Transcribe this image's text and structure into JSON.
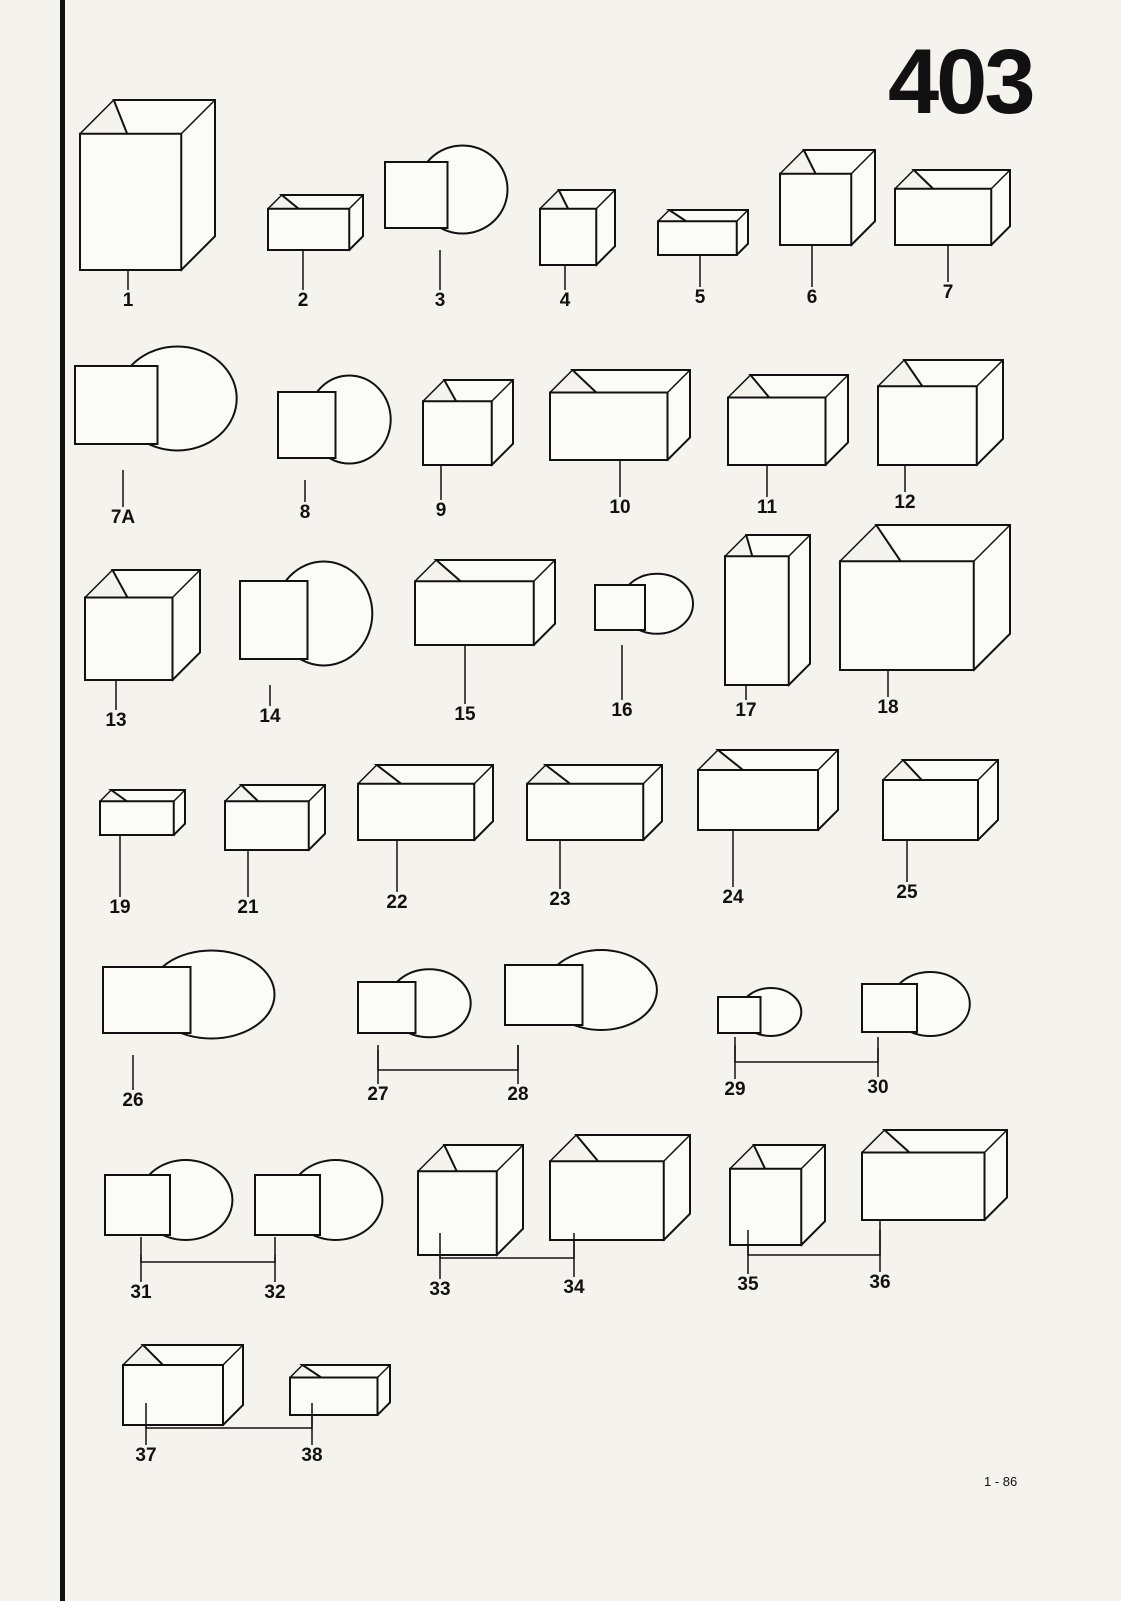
{
  "page_number": "403",
  "date_code": "1 - 86",
  "parts": [
    {
      "label": "1",
      "shape": "connector-housing"
    },
    {
      "label": "2",
      "shape": "connector-housing"
    },
    {
      "label": "3",
      "shape": "round-connector"
    },
    {
      "label": "4",
      "shape": "connector-housing"
    },
    {
      "label": "5",
      "shape": "flat-connector"
    },
    {
      "label": "6",
      "shape": "connector-housing"
    },
    {
      "label": "7",
      "shape": "connector-housing"
    },
    {
      "label": "7A",
      "shape": "round-connector"
    },
    {
      "label": "8",
      "shape": "round-connector"
    },
    {
      "label": "9",
      "shape": "connector-housing"
    },
    {
      "label": "10",
      "shape": "flat-connector"
    },
    {
      "label": "11",
      "shape": "connector-housing"
    },
    {
      "label": "12",
      "shape": "connector-housing"
    },
    {
      "label": "13",
      "shape": "connector-housing"
    },
    {
      "label": "14",
      "shape": "round-connector"
    },
    {
      "label": "15",
      "shape": "connector-housing"
    },
    {
      "label": "16",
      "shape": "round-connector"
    },
    {
      "label": "17",
      "shape": "connector-housing"
    },
    {
      "label": "18",
      "shape": "flat-connector"
    },
    {
      "label": "19",
      "shape": "flat-connector"
    },
    {
      "label": "21",
      "shape": "connector-housing"
    },
    {
      "label": "22",
      "shape": "flat-connector"
    },
    {
      "label": "23",
      "shape": "flat-connector"
    },
    {
      "label": "24",
      "shape": "flat-connector"
    },
    {
      "label": "25",
      "shape": "connector-housing"
    },
    {
      "label": "26",
      "shape": "cylinder-connector"
    },
    {
      "label": "27",
      "shape": "cylinder-connector"
    },
    {
      "label": "28",
      "shape": "cylinder-connector"
    },
    {
      "label": "29",
      "shape": "cylinder-connector"
    },
    {
      "label": "30",
      "shape": "cylinder-connector"
    },
    {
      "label": "31",
      "shape": "cylinder-connector"
    },
    {
      "label": "32",
      "shape": "cylinder-connector"
    },
    {
      "label": "33",
      "shape": "connector-housing"
    },
    {
      "label": "34",
      "shape": "flat-connector"
    },
    {
      "label": "35",
      "shape": "connector-housing"
    },
    {
      "label": "36",
      "shape": "flat-connector"
    },
    {
      "label": "37",
      "shape": "flat-connector"
    },
    {
      "label": "38",
      "shape": "flat-connector"
    }
  ]
}
